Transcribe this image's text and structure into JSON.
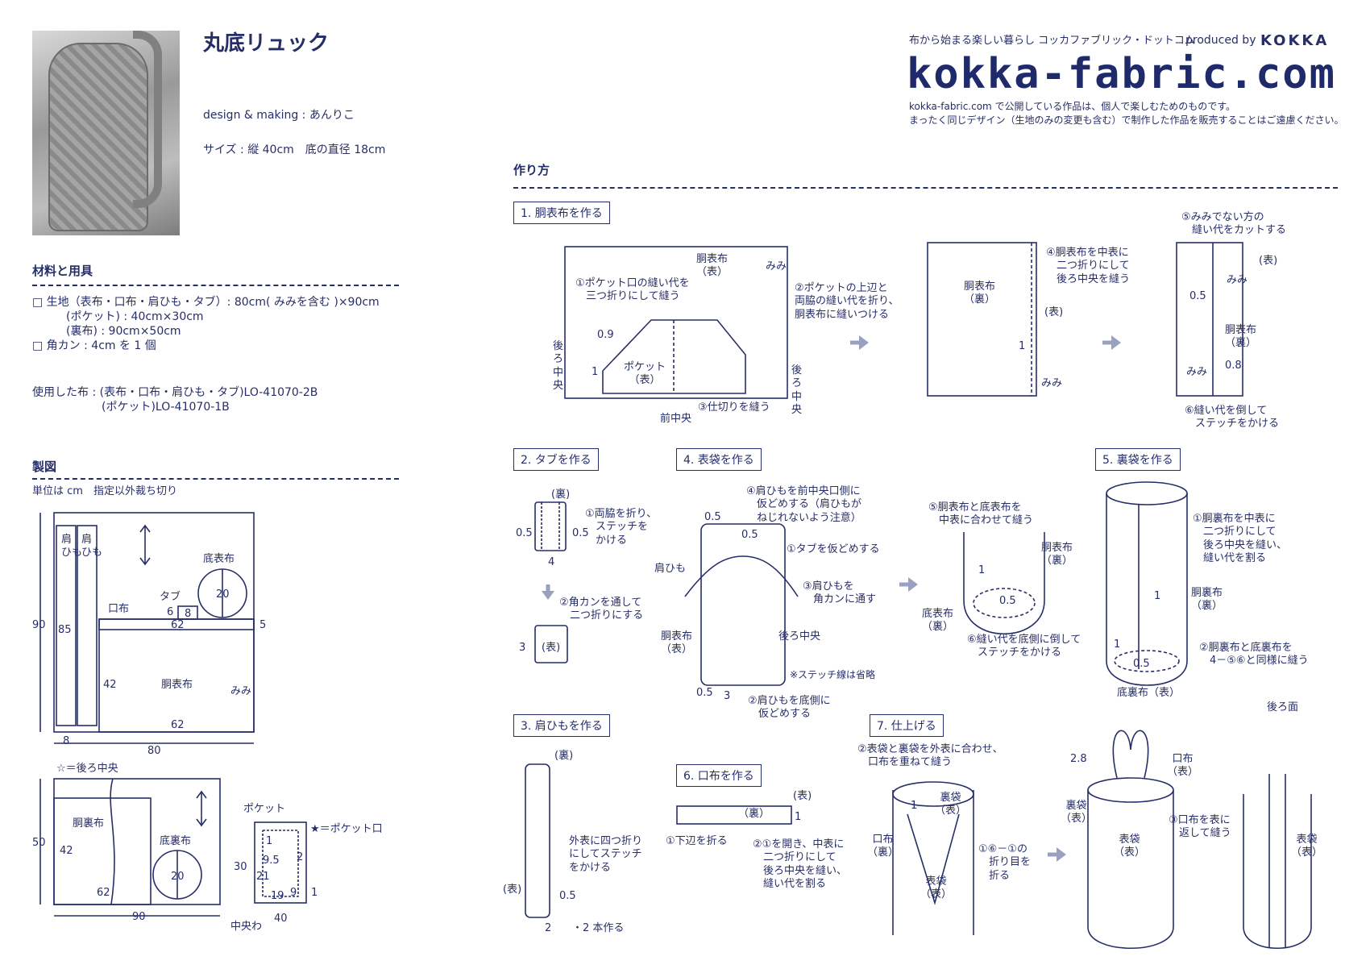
{
  "title": "丸底リュック",
  "credit": "design & making : あんりこ",
  "size": "サイズ : 縦 40cm　底の直径 18cm",
  "header": {
    "tagline": "布から始まる楽しい暮らし コッカファブリック・ドットコム",
    "produced_by": "produced by",
    "brand": "KOKKA",
    "logo": "kokka-fabric.com",
    "notice1": "kokka-fabric.com で公開している作品は、個人で楽しむためのものです。",
    "notice2": "まったく同じデザイン（生地のみの変更も含む）で制作した作品を販売することはご遠慮ください。"
  },
  "materials": {
    "heading": "材料と用具",
    "items": [
      "□ 生地（表布・口布・肩ひも・タブ）: 80cm( みみを含む )×90cm",
      "　　　(ポケット) : 40cm×30cm",
      "　　　(裏布) : 90cm×50cm",
      "□ 角カン : 4cm を 1 個"
    ],
    "fabric1": "使用した布 : (表布・口布・肩ひも・タブ)LO-41070-2B",
    "fabric2": "(ポケット)LO-41070-1B"
  },
  "pattern": {
    "heading": "製図",
    "unit": "単位は cm　指定以外裁ち切り",
    "labels": {
      "strap": "肩\nひも",
      "strap2": "肩\nひも",
      "h90": "90",
      "h85": "85",
      "w80": "80",
      "w8": "8",
      "w62a": "62",
      "w62b": "62",
      "h42": "42",
      "mouth": "口布",
      "tab": "タブ",
      "t6": "6",
      "t8": "8",
      "b5": "5",
      "bottom_outer": "底表布",
      "d20": "20",
      "body_outer": "胴表布",
      "selvage": "みみ",
      "star_note": "☆＝後ろ中央",
      "h50": "50",
      "w90": "90",
      "lining": "胴裏布",
      "l42": "42",
      "l62": "62",
      "bottom_lining": "底裏布",
      "d20b": "20",
      "pocket": "ポケット",
      "pocket_note": "★＝ポケット口",
      "p30": "30",
      "p1a": "1",
      "p95": "9.5",
      "p2": "2",
      "p21": "21",
      "p19": "19",
      "p9": "9",
      "p1b": "1",
      "p40": "40",
      "center_fold": "中央わ"
    }
  },
  "howto": {
    "heading": "作り方",
    "steps": {
      "s1": "1. 胴表布を作る",
      "s2": "2. タブを作る",
      "s3": "3. 肩ひもを作る",
      "s4": "4. 表袋を作る",
      "s5": "5. 裏袋を作る",
      "s6": "6. 口布を作る",
      "s7": "7. 仕上げる"
    },
    "s1": {
      "body_outer_front": "胴表布\n（表）",
      "selvage": "みみ",
      "note1": "①ポケット口の縫い代を\n　三つ折りにして縫う",
      "note2": "②ポケットの上辺と\n両脇の縫い代を折り、\n胴表布に縫いつける",
      "v09": "0.9",
      "back_center_l": "後\nろ\n中\n央",
      "back_center_r": "後\nろ\n中\n央",
      "v1": "1",
      "pocket": "ポケット\n（表）",
      "note3": "③仕切りを縫う",
      "front_center": "前中央",
      "body_reverse": "胴表布\n（裏）",
      "note4": "④胴表布を中表に\n　二つ折りにして\n　後ろ中央を縫う",
      "omote": "(表)",
      "v1b": "1",
      "selvage2": "みみ",
      "note5": "⑤みみでない方の\n　縫い代をカットする",
      "omote2": "(表)",
      "v05": "0.5",
      "selvage3": "みみ",
      "body_rev2": "胴表布\n（裏）",
      "v08": "0.8",
      "selvage4": "みみ",
      "note6": "⑥縫い代を倒して\n　ステッチをかける"
    },
    "s2": {
      "ura": "(裏)",
      "note1": "①両脇を折り、\n　ステッチを\n　かける",
      "v05a": "0.5",
      "v05b": "0.5",
      "v4": "4",
      "note2": "②角カンを通して\n　二つ折りにする",
      "v3": "3",
      "omote": "(表)"
    },
    "s3": {
      "ura": "(裏)",
      "note": "外表に四つ折り\nにしてステッチ\nをかける",
      "omote": "(表)",
      "v05": "0.5",
      "v2": "2",
      "make2": "・2 本作る"
    },
    "s4": {
      "note4": "④肩ひもを前中央口側に\n　仮どめする（肩ひもが\n　ねじれないよう注意）",
      "v05a": "0.5",
      "v05b": "0.5",
      "note1": "①タブを仮どめする",
      "strap": "肩ひも",
      "note3": "③肩ひもを\n　角カンに通す",
      "back_center": "後ろ中央",
      "body_outer": "胴表布\n（表）",
      "stitch_omit": "※ステッチ線は省略",
      "v05c": "0.5",
      "v3": "3",
      "note2": "②肩ひもを底側に\n　仮どめする",
      "note5": "⑤胴表布と底表布を\n　中表に合わせて縫う",
      "body_rev": "胴表布\n（裏）",
      "v1": "1",
      "v05d": "0.5",
      "bottom_outer": "底表布\n（裏）",
      "note6": "⑥縫い代を底側に倒して\n　ステッチをかける"
    },
    "s5": {
      "note1": "①胴裏布を中表に\n　二つ折りにして\n　後ろ中央を縫い、\n　縫い代を割る",
      "body_lining": "胴裏布\n（裏）",
      "v1a": "1",
      "v1b": "1",
      "v05": "0.5",
      "note2": "②胴裏布と底裏布を\n　4－⑤⑥と同様に縫う",
      "bottom_lining": "底裏布（表）"
    },
    "s6": {
      "omote": "(表)",
      "ura": "（裏）",
      "v1": "1",
      "note1": "①下辺を折る",
      "note2": "②①を開き、中表に\n　二つ折りにして\n　後ろ中央を縫い、\n　縫い代を割る"
    },
    "s7": {
      "note2": "②表袋と裏袋を外表に合わせ、\n　口布を重ねて縫う",
      "v1": "1",
      "lining_bag": "裏袋\n（表）",
      "mouth": "口布\n（裏）",
      "outer_bag": "表袋\n（表）",
      "note1": "①⑥－①の\n　折り目を\n　折る",
      "back": "後ろ面",
      "v28": "2.8",
      "mouth2": "口布\n（表）",
      "lining_bag2": "裏袋\n（表）",
      "note3": "③口布を表に\n　返して縫う",
      "outer_bag2": "表袋\n（表）",
      "outer_bag3": "表袋\n（表）"
    }
  },
  "colors": {
    "ink": "#262e68",
    "arrow": "#9aa0c0"
  }
}
